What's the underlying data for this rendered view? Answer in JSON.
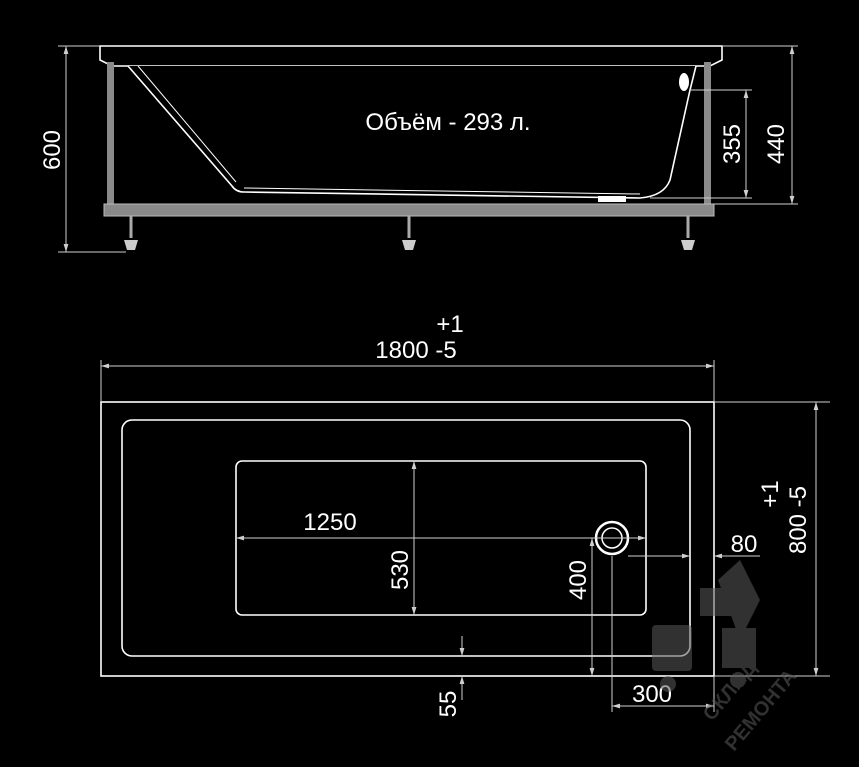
{
  "side_view": {
    "volume_label": "Объём - 293 л.",
    "dim_total_height": "600",
    "dim_inner_depth": "355",
    "dim_rim_height": "440"
  },
  "top_view": {
    "length_tol_plus": "+1",
    "length": "1800 -5",
    "width_tol_plus": "+1",
    "width": "800 -5",
    "inner_length": "1250",
    "inner_width": "530",
    "drain_offset_y": "400",
    "drain_offset_x": "80",
    "drain_from_end": "300",
    "bottom_margin": "55"
  },
  "watermark": {
    "text_line1": "СКЛАД",
    "text_line2": "РЕМОНТА"
  },
  "colors": {
    "background": "#000000",
    "line": "#ffffff",
    "dim_line": "#cfcfcf",
    "frame": "#8a8a8a",
    "watermark": "#5a5a5a"
  }
}
